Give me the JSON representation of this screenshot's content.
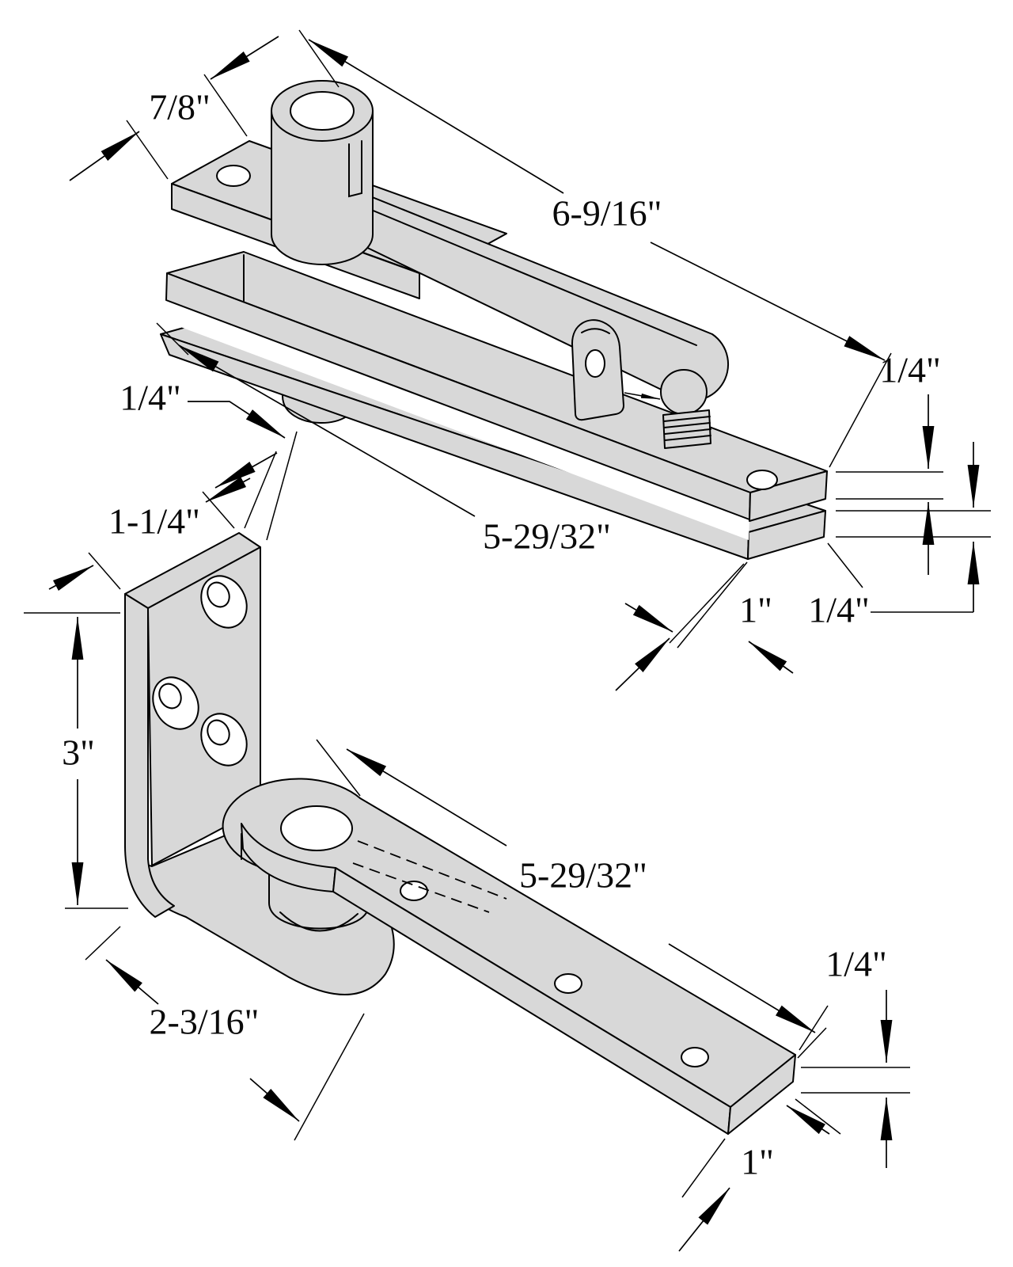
{
  "diagram": {
    "kind": "isometric dimensional drawing",
    "subject": "door pivot hinge set - top pivot and bottom pivot assemblies",
    "background_color": "#ffffff",
    "metal_color": "#d8d8d8",
    "line_color": "#000000",
    "top_view": {
      "name": "top pivot assembly",
      "dims": {
        "plate_width": "7/8\"",
        "overall_length": "6-9/16\"",
        "bar_thickness_upper": "1/4\"",
        "strap_length": "5-29/32\"",
        "pin_diameter": "1/4\"",
        "strap_width": "1\"",
        "bar_thickness_lower": "1/4\""
      }
    },
    "bottom_view": {
      "name": "bottom pivot assembly",
      "dims": {
        "bracket_width": "1-1/4\"",
        "bracket_height": "3\"",
        "foot_length": "2-3/16\"",
        "strap_length": "5-29/32\"",
        "strap_thickness": "1/4\"",
        "strap_width": "1\""
      }
    }
  }
}
